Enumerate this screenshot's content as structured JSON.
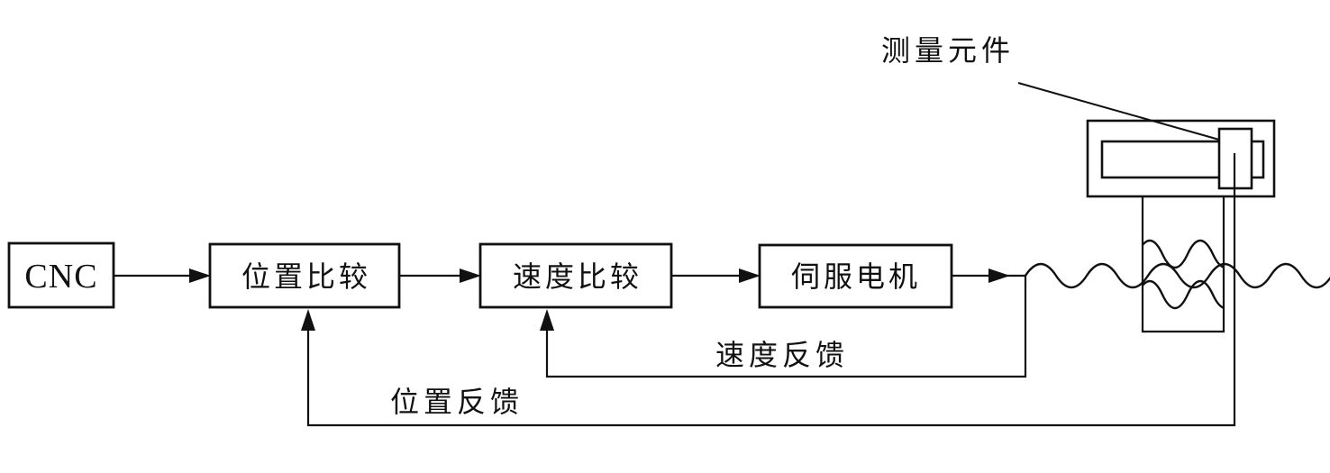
{
  "diagram": {
    "background_color": "#ffffff",
    "line_color": "#111111",
    "blocks": [
      {
        "id": "cnc",
        "label": "CNC"
      },
      {
        "id": "position-compare",
        "label": "位置比较"
      },
      {
        "id": "speed-compare",
        "label": "速度比较"
      },
      {
        "id": "servo-motor",
        "label": "伺服电机"
      }
    ],
    "annotations": {
      "measuring_element": "测量元件",
      "speed_feedback": "速度反馈",
      "position_feedback": "位置反馈"
    }
  }
}
